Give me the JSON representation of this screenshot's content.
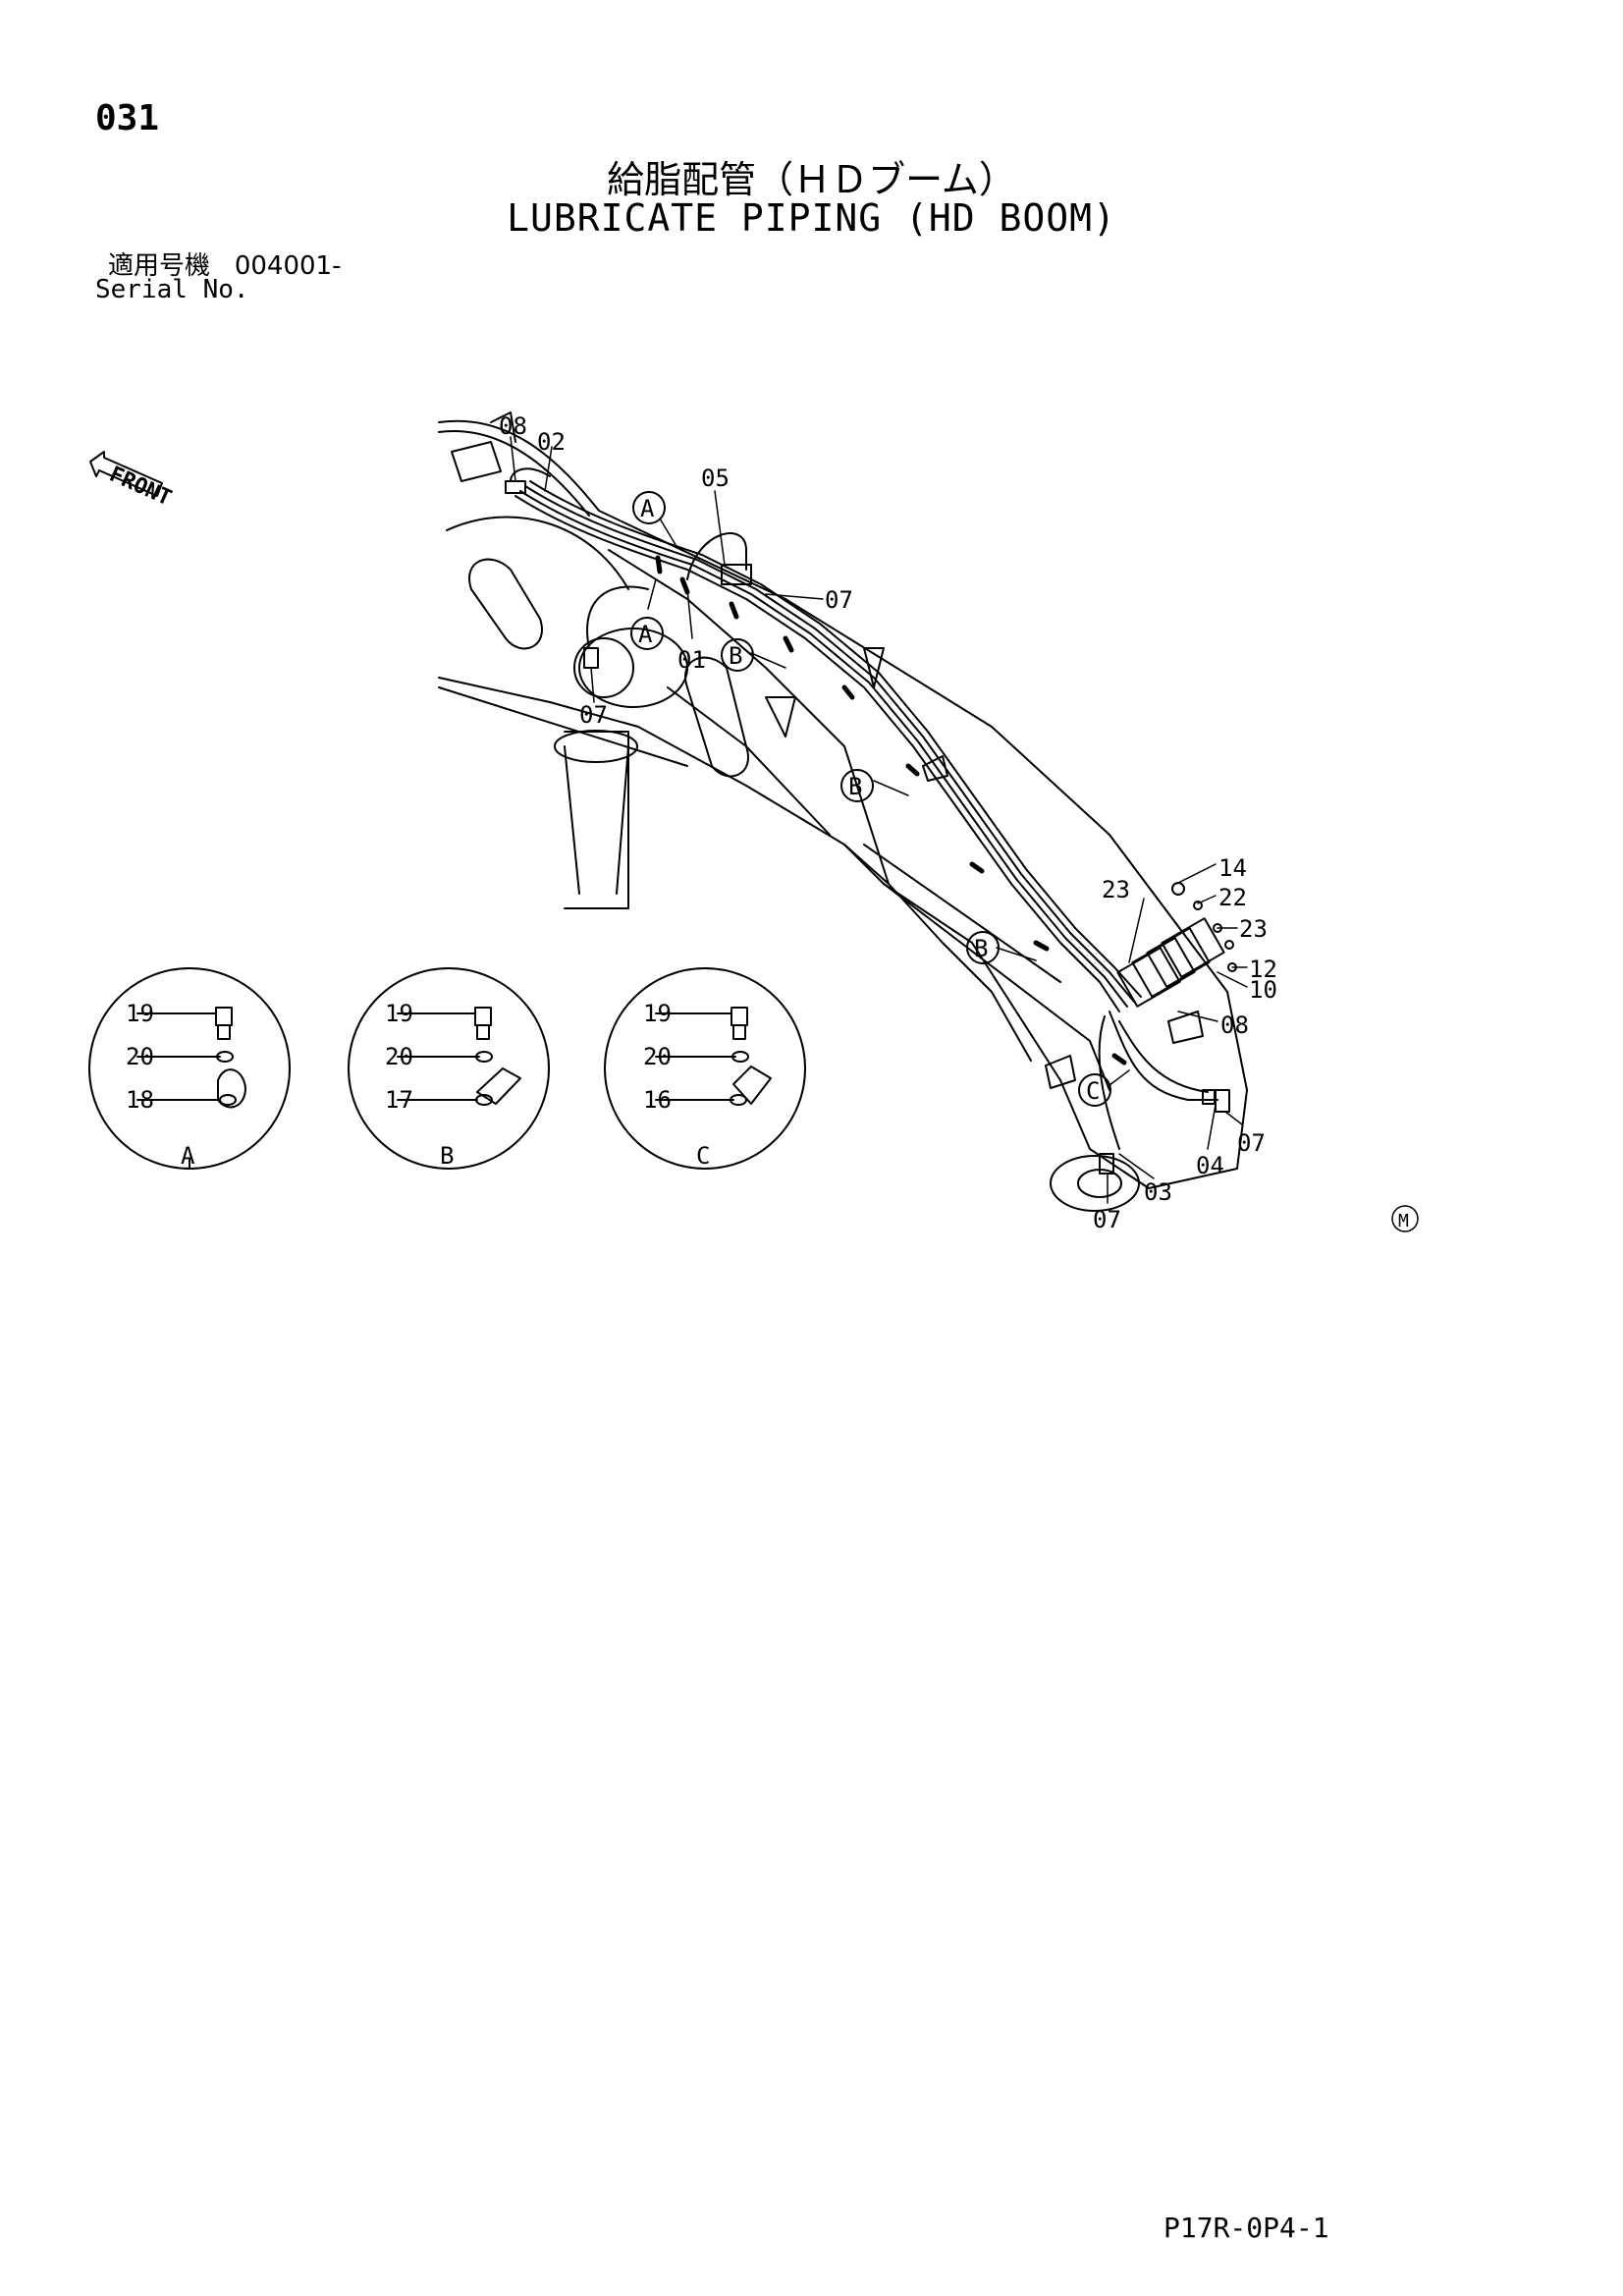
{
  "page": {
    "number": "031",
    "title_jp": "給脂配管（ＨＤブーム）",
    "title_en": "LUBRICATE PIPING (HD BOOM)",
    "serial_label_jp": "適用号機",
    "serial_value": "004001-",
    "serial_label_en": "Serial No.",
    "doc_code": "P17R-0P4-1",
    "mark": "M"
  },
  "diagram": {
    "front_label": "FRONT",
    "callouts": {
      "c08_top": "08",
      "c02": "02",
      "c05": "05",
      "c07_a": "07",
      "c07_b": "07",
      "c01": "01",
      "c23_a": "23",
      "c14": "14",
      "c22": "22",
      "c23_b": "23",
      "c12": "12",
      "c10": "10",
      "c08_b": "08",
      "c07_c": "07",
      "c04": "04",
      "c03": "03",
      "c07_d": "07"
    },
    "detail_refs": {
      "a1": "A",
      "a2": "A",
      "b1": "B",
      "b2": "B",
      "b3": "B",
      "c1": "C"
    },
    "details": [
      {
        "id": "A",
        "labels": [
          "19",
          "20",
          "18"
        ]
      },
      {
        "id": "B",
        "labels": [
          "19",
          "20",
          "17"
        ]
      },
      {
        "id": "C",
        "labels": [
          "19",
          "20",
          "16"
        ]
      }
    ]
  }
}
